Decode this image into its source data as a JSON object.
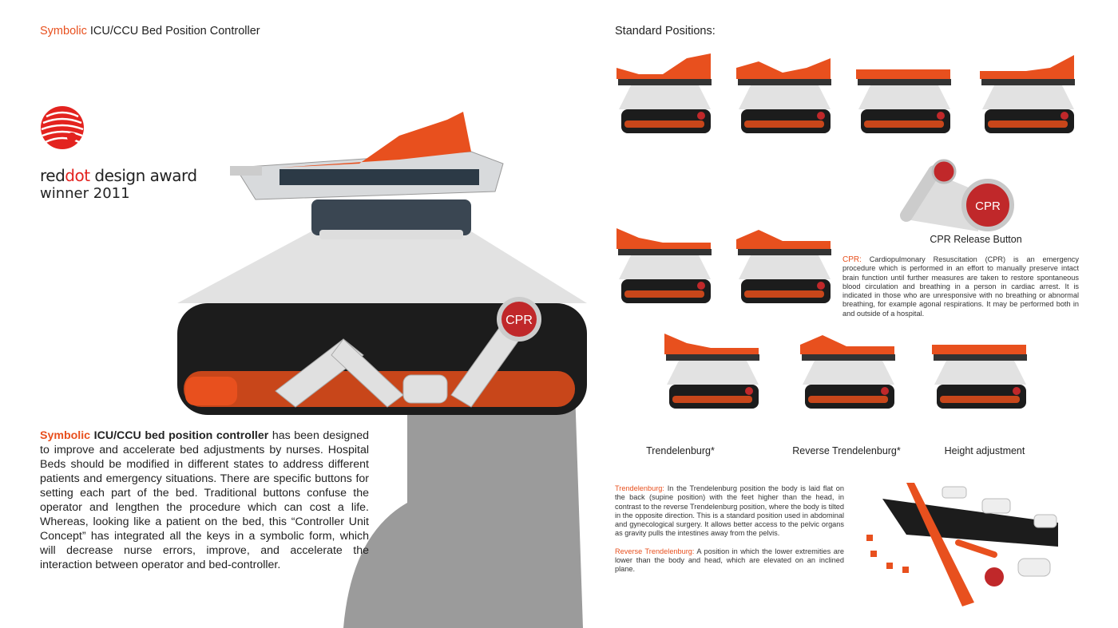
{
  "title": {
    "accent": "Symbolic",
    "rest": " ICU/CCU Bed Position Controller"
  },
  "award": {
    "brand_a": "red",
    "brand_b": "dot",
    "brand_c": " design award",
    "year": "winner 2011"
  },
  "description": {
    "accent": "Symbolic",
    "bold": " ICU/CCU bed position controller",
    "text": " has been designed to improve and accelerate bed adjustments by nurses. Hospital Beds should be modified in different states to address different patients and emergency situations. There are specific buttons for setting each part of the bed. Traditional buttons confuse the operator and lengthen the procedure which can cost a life. Whereas, looking like a patient on the bed, this “Controller Unit Concept” has integrated all the keys in a symbolic form, which will decrease nurse errors, improve, and accelerate the interaction between operator and bed-controller."
  },
  "controller": {
    "cpr_label": "CPR"
  },
  "standard_positions": {
    "heading": "Standard Positions:"
  },
  "cpr_button": {
    "label": "CPR Release Button",
    "text": "CPR"
  },
  "cpr_note": {
    "term": "CPR:",
    "text": " Cardiopulmonary Resuscitation (CPR) is an emergency procedure which is performed in an effort to manually preserve intact brain function until further measures are taken to restore spontaneous blood circulation and breathing in a person in cardiac arrest. It is indicated in those who are unresponsive with no breathing or abnormal breathing, for example agonal respirations. It may be performed both in and outside of a hospital."
  },
  "adjustments": [
    {
      "label": "Trendelenburg*"
    },
    {
      "label": "Reverse Trendelenburg*"
    },
    {
      "label": "Height adjustment"
    }
  ],
  "notes": {
    "t_term": "Trendelenburg:",
    "t_text": " In the Trendelenburg position the body is laid flat on the back (supine position) with the feet higher than the head, in contrast to the reverse Trendelenburg position, where the body is tilted in the opposite direction. This is a standard position used in abdominal and gynecological surgery. It allows better access to the pelvic organs as gravity pulls the intestines away from the pelvis.",
    "r_term": "Reverse Trendelenburg:",
    "r_text": " A position in which the lower extremities are lower than the body and head, which are elevated on an inclined plane."
  },
  "colors": {
    "accent": "#e8501e",
    "dark": "#1c1c1c"
  }
}
